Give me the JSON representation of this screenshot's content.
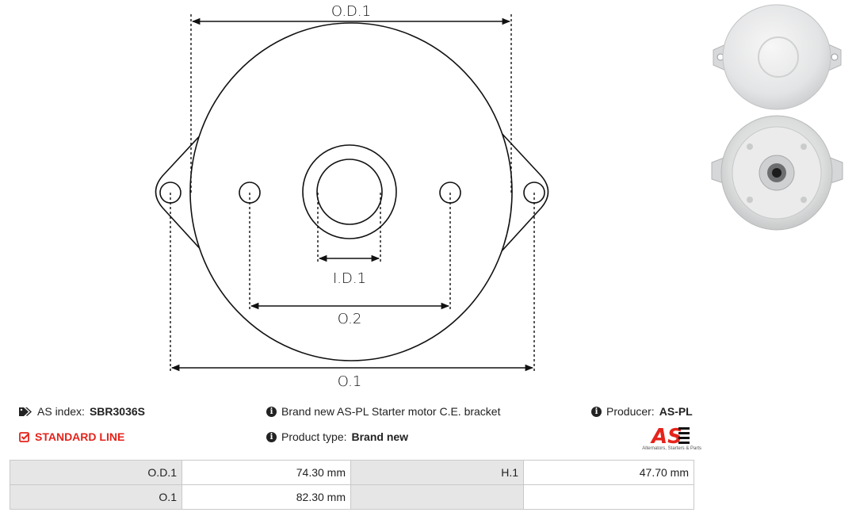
{
  "drawing": {
    "labels": {
      "od1": "O.D.1",
      "id1": "I.D.1",
      "o2": "O.2",
      "o1": "O.1"
    }
  },
  "info": {
    "as_index_label": "AS index:",
    "as_index_value": "SBR3036S",
    "line": "STANDARD LINE",
    "description": "Brand new AS-PL Starter motor C.E. bracket",
    "product_type_label": "Product type:",
    "product_type_value": "Brand new",
    "producer_label": "Producer:",
    "producer_value": "AS-PL"
  },
  "logo": {
    "text": "AS",
    "subtitle": "Alternators, Starters & Parts"
  },
  "specs": [
    {
      "label": "O.D.1",
      "value": "74.30  mm",
      "label2": "H.1",
      "value2": "47.70 mm"
    },
    {
      "label": "O.1",
      "value": "82.30 mm",
      "label2": "",
      "value2": ""
    }
  ],
  "colors": {
    "accent_red": "#e5231b",
    "table_label_bg": "#e6e6e6"
  },
  "icons": {
    "tag": "tags-icon",
    "check": "check-square-icon",
    "info": "info-circle-icon"
  }
}
